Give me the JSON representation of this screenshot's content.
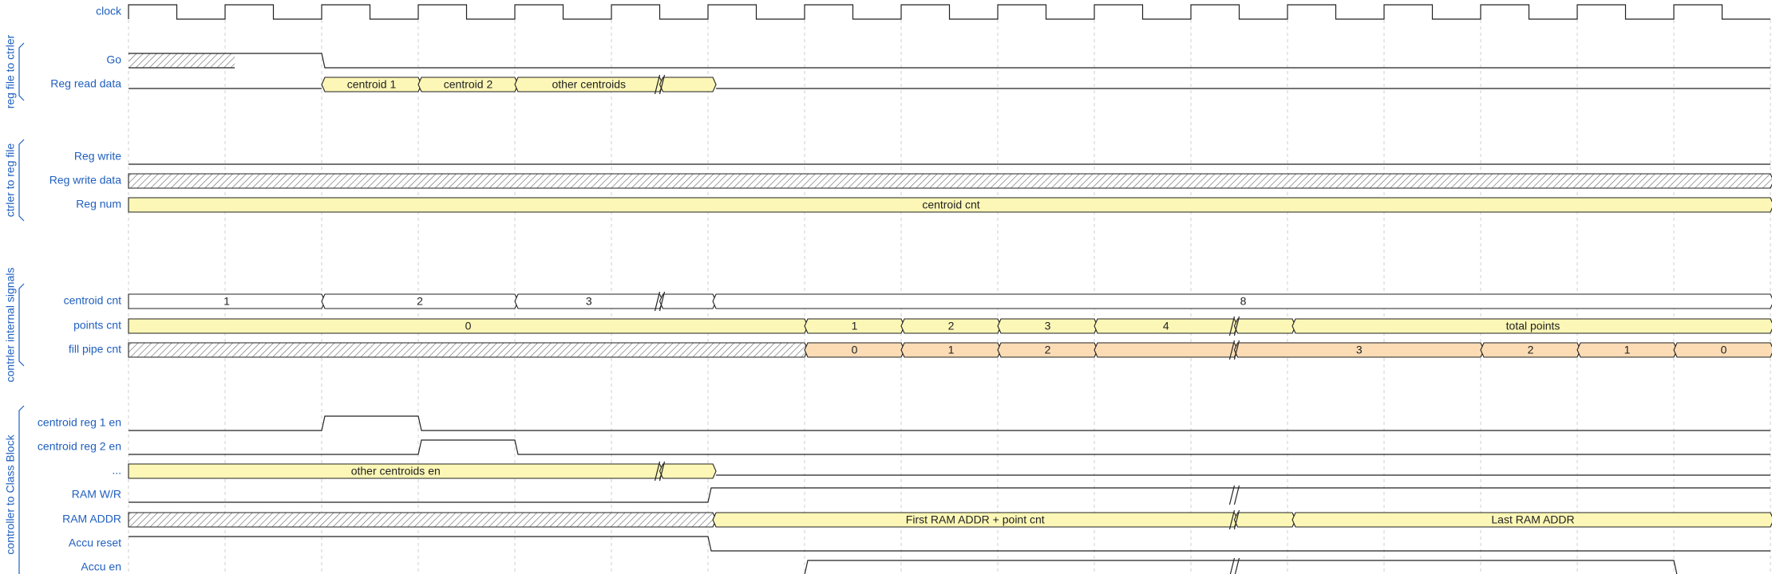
{
  "colors": {
    "label": "#1f5fbf",
    "line": "#222222",
    "yellow": "#fcf7b6",
    "orange": "#fbdcb5",
    "hatch": "#777777",
    "grid": "#cfcfcf"
  },
  "clock": {
    "label": "clock",
    "cycles": 17
  },
  "groups": [
    {
      "label": "reg file to ctrler",
      "from": 1,
      "to": 2
    },
    {
      "label": "ctrler to reg file",
      "from": 3,
      "to": 5
    },
    {
      "label": "contrler internal signals",
      "from": 6,
      "to": 8
    },
    {
      "label": "controller to Class Block",
      "from": 9,
      "to": 15
    }
  ],
  "signals": [
    {
      "id": "go",
      "label": "Go",
      "type": "wire",
      "segments": [
        {
          "s": 0,
          "e": 1.1,
          "kind": "x"
        },
        {
          "s": 1.1,
          "e": 2,
          "v": 1
        },
        {
          "s": 2,
          "e": 17,
          "v": 0
        }
      ]
    },
    {
      "id": "reg-read-data",
      "label": "Reg read data",
      "type": "bus",
      "segments": [
        {
          "s": 0,
          "e": 2,
          "kind": "z"
        },
        {
          "s": 2,
          "e": 3,
          "kind": "y",
          "text": "centroid 1"
        },
        {
          "s": 3,
          "e": 4,
          "kind": "y",
          "text": "centroid 2"
        },
        {
          "s": 4,
          "e": 5.5,
          "kind": "y",
          "text": "other centroids"
        },
        {
          "s": 5.5,
          "e": 6.05,
          "kind": "y",
          "text": ""
        },
        {
          "s": 6.05,
          "e": 17,
          "kind": "z"
        }
      ],
      "breaks": [
        5.5
      ]
    },
    {
      "id": "reg-write",
      "label": "Reg write",
      "type": "wire",
      "segments": [
        {
          "s": 0,
          "e": 17,
          "v": 0
        }
      ]
    },
    {
      "id": "reg-write-data",
      "label": "Reg write data",
      "type": "bus",
      "segments": [
        {
          "s": 0,
          "e": 17,
          "kind": "x"
        }
      ]
    },
    {
      "id": "reg-num",
      "label": "Reg num",
      "type": "bus",
      "segments": [
        {
          "s": 0,
          "e": 17,
          "kind": "y",
          "text": "centroid cnt"
        }
      ]
    },
    {
      "id": "centroid-cnt",
      "label": "centroid cnt",
      "type": "bus",
      "segments": [
        {
          "s": 0,
          "e": 2,
          "kind": "w",
          "text": "1"
        },
        {
          "s": 2,
          "e": 4,
          "kind": "w",
          "text": "2"
        },
        {
          "s": 4,
          "e": 5.5,
          "kind": "w",
          "text": "3"
        },
        {
          "s": 5.5,
          "e": 6.05,
          "kind": "w",
          "text": ""
        },
        {
          "s": 6.05,
          "e": 17,
          "kind": "w",
          "text": "8"
        }
      ],
      "breaks": [
        5.5
      ]
    },
    {
      "id": "points-cnt",
      "label": "points cnt",
      "type": "bus",
      "segments": [
        {
          "s": 0,
          "e": 7,
          "kind": "y",
          "text": "0"
        },
        {
          "s": 7,
          "e": 8,
          "kind": "y",
          "text": "1"
        },
        {
          "s": 8,
          "e": 9,
          "kind": "y",
          "text": "2"
        },
        {
          "s": 9,
          "e": 10,
          "kind": "y",
          "text": "3"
        },
        {
          "s": 10,
          "e": 11.45,
          "kind": "y",
          "text": "4"
        },
        {
          "s": 11.45,
          "e": 12.05,
          "kind": "y",
          "text": ""
        },
        {
          "s": 12.05,
          "e": 17,
          "kind": "y",
          "text": "total points"
        }
      ],
      "breaks": [
        11.45
      ]
    },
    {
      "id": "fill-pipe-cnt",
      "label": "fill pipe cnt",
      "type": "bus",
      "segments": [
        {
          "s": 0,
          "e": 7,
          "kind": "x"
        },
        {
          "s": 7,
          "e": 8,
          "kind": "o",
          "text": "0"
        },
        {
          "s": 8,
          "e": 9,
          "kind": "o",
          "text": "1"
        },
        {
          "s": 9,
          "e": 10,
          "kind": "o",
          "text": "2"
        },
        {
          "s": 10,
          "e": 11.45,
          "kind": "o",
          "text": ""
        },
        {
          "s": 11.45,
          "e": 14,
          "kind": "o",
          "text": "3"
        },
        {
          "s": 14,
          "e": 15,
          "kind": "o",
          "text": "2"
        },
        {
          "s": 15,
          "e": 16,
          "kind": "o",
          "text": "1"
        },
        {
          "s": 16,
          "e": 17,
          "kind": "o",
          "text": "0"
        }
      ],
      "breaks": [
        11.45
      ]
    },
    {
      "id": "centroid-reg-1-en",
      "label": "centroid reg 1 en",
      "type": "wire",
      "segments": [
        {
          "s": 0,
          "e": 2,
          "v": 0
        },
        {
          "s": 2,
          "e": 3,
          "v": 1
        },
        {
          "s": 3,
          "e": 17,
          "v": 0
        }
      ]
    },
    {
      "id": "centroid-reg-2-en",
      "label": "centroid reg 2 en",
      "type": "wire",
      "segments": [
        {
          "s": 0,
          "e": 3,
          "v": 0
        },
        {
          "s": 3,
          "e": 4,
          "v": 1
        },
        {
          "s": 4,
          "e": 17,
          "v": 0
        }
      ]
    },
    {
      "id": "other-centroids-en",
      "label": "...",
      "type": "bus",
      "segments": [
        {
          "s": 0,
          "e": 5.5,
          "kind": "y",
          "text": "other centroids en"
        },
        {
          "s": 5.5,
          "e": 6.05,
          "kind": "y",
          "text": ""
        },
        {
          "s": 6.05,
          "e": 17,
          "kind": "z"
        }
      ],
      "breaks": [
        5.5
      ]
    },
    {
      "id": "ram-wr",
      "label": "RAM W/R",
      "type": "wire",
      "segments": [
        {
          "s": 0,
          "e": 6,
          "v": 0
        },
        {
          "s": 6,
          "e": 17,
          "v": 1
        }
      ],
      "breaks": [
        11.45
      ]
    },
    {
      "id": "ram-addr",
      "label": "RAM ADDR",
      "type": "bus",
      "segments": [
        {
          "s": 0,
          "e": 6.05,
          "kind": "x"
        },
        {
          "s": 6.05,
          "e": 11.45,
          "kind": "y",
          "text": "First RAM ADDR + point cnt"
        },
        {
          "s": 11.45,
          "e": 12.05,
          "kind": "y",
          "text": ""
        },
        {
          "s": 12.05,
          "e": 17,
          "kind": "y",
          "text": "Last RAM ADDR"
        }
      ],
      "breaks": [
        11.45
      ]
    },
    {
      "id": "accu-reset",
      "label": "Accu reset",
      "type": "wire",
      "segments": [
        {
          "s": 0,
          "e": 6,
          "v": 1
        },
        {
          "s": 6,
          "e": 17,
          "v": 0
        }
      ]
    },
    {
      "id": "accu-en",
      "label": "Accu en",
      "type": "wire",
      "segments": [
        {
          "s": 0,
          "e": 7,
          "v": 0
        },
        {
          "s": 7,
          "e": 16,
          "v": 1
        },
        {
          "s": 16,
          "e": 17,
          "v": 0
        }
      ],
      "breaks": [
        11.45
      ]
    }
  ]
}
